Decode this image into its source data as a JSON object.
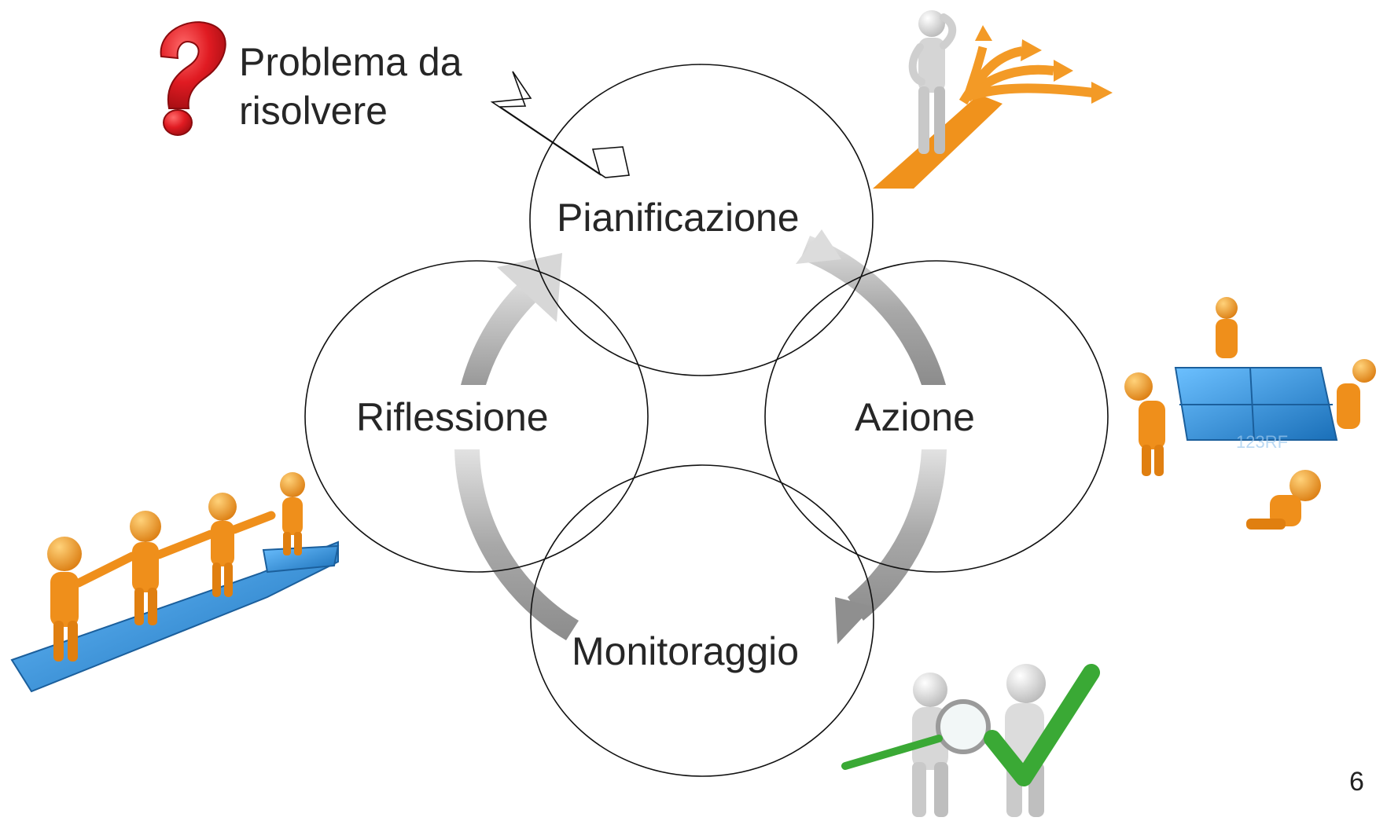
{
  "problem": {
    "line1": "Problema da",
    "line2": "risolvere"
  },
  "nodes": {
    "planning": "Pianificazione",
    "action": "Azione",
    "monitoring": "Monitoraggio",
    "reflection": "Riflessione"
  },
  "page_number": "6",
  "watermark": "123RF",
  "colors": {
    "question_mark": "#d7141a",
    "arrow_gray": "#a6a6a6",
    "orange_figure": "#f0921c",
    "puzzle_blue": "#2f8fd8",
    "check_green": "#3aa935",
    "gray_figure": "#d9d9d9"
  },
  "icons": [
    "question-mark-icon",
    "crossroads-figure-illustration",
    "puzzle-team-illustration",
    "chain-figures-illustration",
    "inspection-figures-illustration"
  ]
}
